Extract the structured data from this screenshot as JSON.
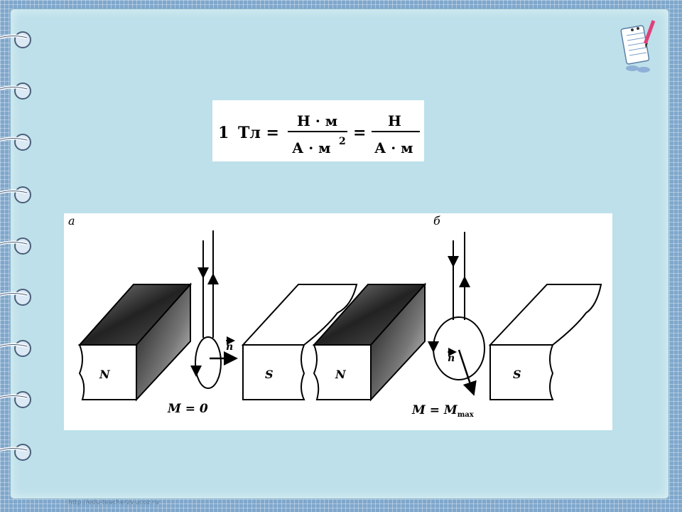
{
  "formula": {
    "number": "1",
    "lhs": "Тл =",
    "frac1_num": "Н · м",
    "frac1_den": "А · м",
    "frac1_den_exp": "2",
    "eq": "=",
    "frac2_num": "Н",
    "frac2_den": "А · м"
  },
  "figure": {
    "panel_a_label": "а",
    "panel_b_label": "б",
    "pole_n": "N",
    "pole_s": "S",
    "normal_vector": "n",
    "caption_a": "M = 0",
    "caption_b_main": "M = M",
    "caption_b_sub": "max"
  },
  "footer": {
    "url": "http://edu-teacherzv.ucoz.ru"
  },
  "colors": {
    "page": "#bde0ea",
    "frame": "#7fa7cc",
    "ring": "#ffffff"
  }
}
